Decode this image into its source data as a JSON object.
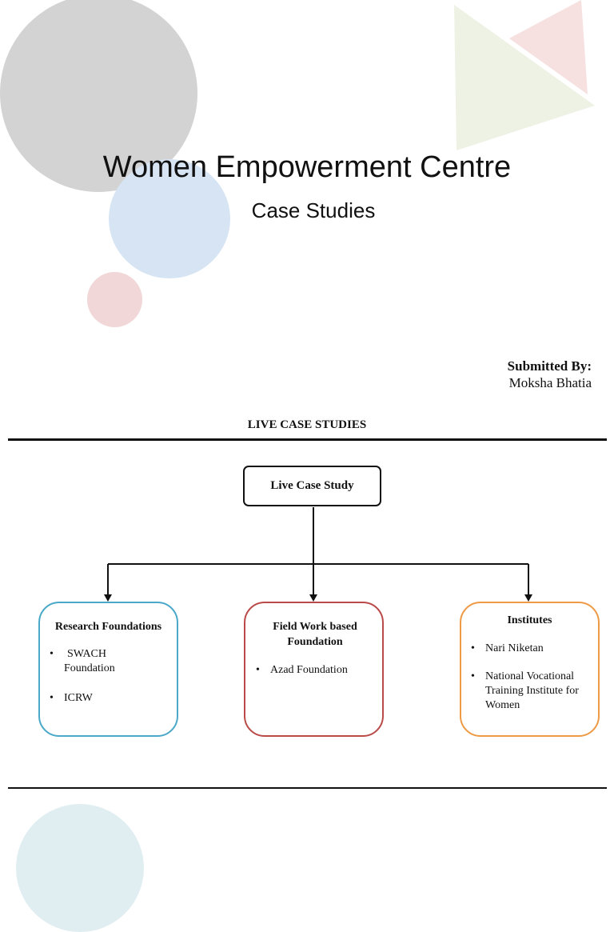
{
  "cover": {
    "title": "Women Empowerment Centre",
    "subtitle": "Case Studies",
    "submitted_label": "Submitted By:",
    "submitted_name": "Moksha Bhatia"
  },
  "diagram": {
    "heading": "LIVE CASE STUDIES",
    "root": "Live Case Study",
    "branches": [
      {
        "title": "Research Foundations",
        "items": [
          "SWACH Foundation",
          "ICRW"
        ],
        "color": "#4aa8c9"
      },
      {
        "title": "Field Work based Foundation",
        "items": [
          "Azad Foundation"
        ],
        "color": "#b94a48"
      },
      {
        "title": "Institutes",
        "items": [
          "Nari Niketan",
          "National Vocational Training Institute for Women"
        ],
        "color": "#ee9a45"
      }
    ]
  },
  "colors": {
    "gray_circle": "#d3d3d3",
    "blue_circle": "#d6e4f4",
    "pink_circle": "#f1d7d7",
    "green_triangle": "#eef2e4",
    "pink_triangle": "#f6e0e0"
  }
}
